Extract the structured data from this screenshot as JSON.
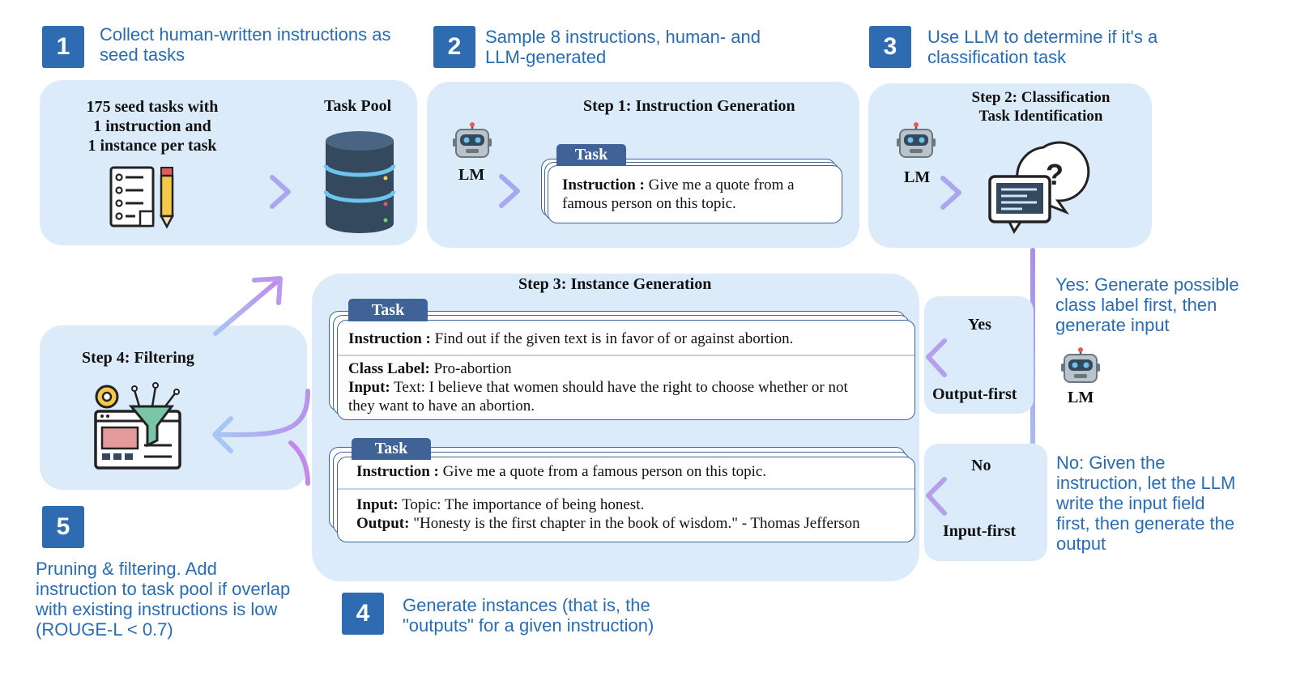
{
  "steps": {
    "s1": {
      "num": "1",
      "caption_l1": "Collect human-written instructions as",
      "caption_l2": "seed tasks"
    },
    "s2": {
      "num": "2",
      "caption_l1": "Sample 8 instructions, human- and",
      "caption_l2": "LLM-generated"
    },
    "s3": {
      "num": "3",
      "caption_l1": "Use LLM to determine if it's a",
      "caption_l2": "classification task"
    },
    "s4": {
      "num": "4",
      "caption_l1": "Generate instances (that is, the",
      "caption_l2": "\"outputs\" for a given instruction)"
    },
    "s5": {
      "num": "5",
      "caption_l1": "Pruning & filtering. Add",
      "caption_l2": "instruction to task pool if overlap",
      "caption_l3": "with existing instructions is low",
      "caption_l4": "(ROUGE-L < 0.7)"
    }
  },
  "seed": {
    "l1": "175 seed tasks with",
    "l2": "1 instruction and",
    "l3": "1 instance per task",
    "pool_label": "Task Pool"
  },
  "step1": {
    "title": "Step 1: Instruction Generation",
    "lm": "LM",
    "task_tag": "Task",
    "instr_label": "Instruction :",
    "instr_text_l1": " Give me a quote from a",
    "instr_text_l2": "famous person on this topic."
  },
  "step2": {
    "title_l1": "Step 2: Classification",
    "title_l2": "Task Identification",
    "lm": "LM"
  },
  "step3": {
    "title": "Step 3: Instance Generation",
    "card1": {
      "tag": "Task",
      "instr_label": "Instruction :",
      "instr_text": " Find out if the given text is in favor of or against abortion.",
      "class_label": "Class Label:",
      "class_text": " Pro-abortion",
      "input_label": "Input:",
      "input_text_l1": " Text: I believe that women should have the right to choose whether or not",
      "input_text_l2": "they want to have an abortion."
    },
    "card2": {
      "tag": "Task",
      "instr_label": "Instruction :",
      "instr_text": " Give me a quote from a famous person on this topic.",
      "input_label": "Input:",
      "input_text": " Topic: The importance of being honest.",
      "output_label": "Output:",
      "output_text": " \"Honesty is the first chapter in the book of wisdom.\" - Thomas Jefferson"
    }
  },
  "step4": {
    "title": "Step 4: Filtering"
  },
  "branch": {
    "yes": "Yes",
    "yes_mode": "Output-first",
    "no": "No",
    "no_mode": "Input-first",
    "lm": "LM",
    "yes_note_l1": "Yes: Generate possible",
    "yes_note_l2": "class label first, then",
    "yes_note_l3": "generate input",
    "no_note_l1": "No: Given the",
    "no_note_l2": "instruction, let the LLM",
    "no_note_l3": "write the input field",
    "no_note_l4": "first, then generate the",
    "no_note_l5": "output"
  },
  "colors": {
    "panel": "#dcebfa",
    "badge": "#2e6bb0",
    "caption": "#2a6cb3",
    "task_tag": "#3f6396",
    "arrow": "#9fb7ef"
  }
}
